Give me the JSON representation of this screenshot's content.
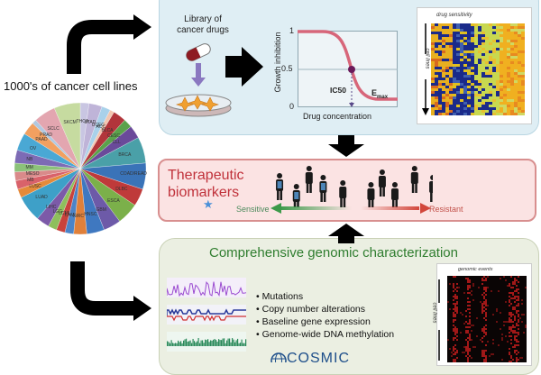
{
  "left": {
    "title": "1000's of cancer cell lines",
    "pie_labels": [
      "THCA",
      "STAD",
      "UCEC",
      "ACC",
      "BLCA",
      "CESC",
      "CLL",
      "BRCA",
      "COAD/READ",
      "DLBC",
      "ESCA",
      "GBM",
      "HNSC",
      "KIRC",
      "LAML",
      "LCML",
      "LGG",
      "LIHC",
      "LUAD",
      "LUSC",
      "MB",
      "MESO",
      "MM",
      "NB",
      "OV",
      "PAAD",
      "PRAD",
      "SCLC",
      "SKCM"
    ],
    "pie_colors": [
      "#c9c6e2",
      "#bfb4d8",
      "#a9d1ea",
      "#f3c6b0",
      "#b2353b",
      "#5aa24b",
      "#6a4a9a",
      "#4aa0a8",
      "#3a73b8",
      "#bf3a3a",
      "#7bb04a",
      "#6d5aa8",
      "#3f78c0",
      "#e0803a",
      "#4b84c8",
      "#c8423c",
      "#8ebf5c",
      "#7c5aa8",
      "#3ea0c8",
      "#e48a3a",
      "#d9626a",
      "#d98a8a",
      "#8cc27a",
      "#7d6bb5",
      "#4aa8d4",
      "#f2a060",
      "#b0c8e0",
      "#e3a6b0",
      "#c6dba0"
    ]
  },
  "top": {
    "drug_library": [
      "Library of",
      "cancer drugs"
    ],
    "curve": {
      "ylabel": "Growth inhibition",
      "xlabel": "Drug concentration",
      "ticks": [
        "1",
        "0.5",
        "0"
      ],
      "ic50_label": "IC50",
      "emax_label": "E",
      "emax_sub": "max"
    },
    "heatmap": {
      "title": "drug sensitivity",
      "ylabel": "cell lines"
    }
  },
  "middle": {
    "title_line1": "Therapeutic",
    "title_line2": "biomarkers",
    "star": "★",
    "sensitive": "Sensitive",
    "resistant": "Resistant"
  },
  "bottom": {
    "title": "Comprehensive genomic characterization",
    "bullets": [
      "Mutations",
      "Copy number alterations",
      "Baseline gene expression",
      "Genome-wide DNA methylation"
    ],
    "bullet_char": "•",
    "cosmic": "COSMIC",
    "heatmap": {
      "title": "genomic events",
      "ylabel": "cell lines"
    }
  },
  "colors": {
    "biomarker_red": "#c0313a",
    "sensitive_green": "#3d9a4a",
    "resistant_red": "#d2473c",
    "genomic_green": "#2f7d2f",
    "curve": "#d7667a"
  }
}
